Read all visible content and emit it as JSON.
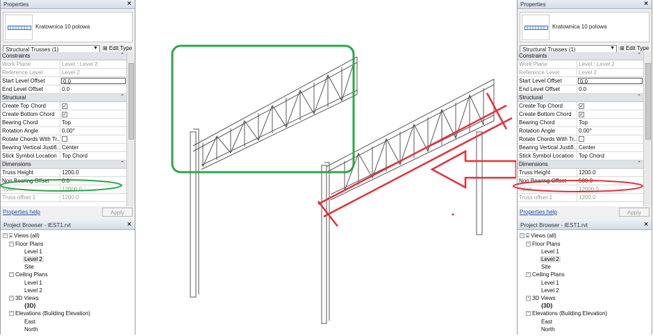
{
  "left_panel": {
    "title": "Properties",
    "close": "×",
    "type_name": "Kratownica 10 polowa",
    "selector": "Structural Trusses (1)",
    "edit_type": "Edit Type",
    "categories": {
      "constraints": "Constraints",
      "structural": "Structural",
      "dimensions": "Dimensions"
    },
    "rows": {
      "work_plane": {
        "name": "Work Plane",
        "value": "Level : Level 2"
      },
      "reference_level": {
        "name": "Reference Level",
        "value": "Level 2"
      },
      "start_level_offset": {
        "name": "Start Level Offset",
        "value": "0.0"
      },
      "end_level_offset": {
        "name": "End Level Offset",
        "value": "0.0"
      },
      "create_top_chord": {
        "name": "Create Top Chord",
        "value": "✓"
      },
      "create_bottom_chord": {
        "name": "Create Bottom Chord",
        "value": "✓"
      },
      "bearing_chord": {
        "name": "Bearing Chord",
        "value": "Top"
      },
      "rotation_angle": {
        "name": "Rotation Angle",
        "value": "0.00°"
      },
      "rotate_chords": {
        "name": "Rotate Chords With Tr...",
        "value": ""
      },
      "bearing_vertical": {
        "name": "Bearing Vertical Justifi...",
        "value": "Center"
      },
      "stick_symbol": {
        "name": "Stick Symbol Location",
        "value": "Top Chord"
      },
      "truss_height": {
        "name": "Truss Height",
        "value": "1200.0"
      },
      "non_bearing_offset": {
        "name": "Non Bearing Offset",
        "value": "0.0"
      },
      "span": {
        "name": "Span",
        "value": "12000.0"
      },
      "truss_offset": {
        "name": "Truss offset 1",
        "value": "1200.0"
      }
    },
    "help": "Properties help",
    "apply": "Apply",
    "browser_title": "Project Browser - tEST1.rvt"
  },
  "right_panel": {
    "title": "Properties",
    "close": "×",
    "type_name": "Kratownica 10 polowa",
    "selector": "Structural Trusses (1)",
    "edit_type": "Edit Type",
    "categories": {
      "constraints": "Constraints",
      "structural": "Structural",
      "dimensions": "Dimensions"
    },
    "rows": {
      "work_plane": {
        "name": "Work Plane",
        "value": "Level : Level 2"
      },
      "reference_level": {
        "name": "Reference Level",
        "value": "Level 2"
      },
      "start_level_offset": {
        "name": "Start Level Offset",
        "value": "0.0"
      },
      "end_level_offset": {
        "name": "End Level Offset",
        "value": "0.0"
      },
      "create_top_chord": {
        "name": "Create Top Chord",
        "value": "✓"
      },
      "create_bottom_chord": {
        "name": "Create Bottom Chord",
        "value": "✓"
      },
      "bearing_chord": {
        "name": "Bearing Chord",
        "value": "Top"
      },
      "rotation_angle": {
        "name": "Rotation Angle",
        "value": "0.00°"
      },
      "rotate_chords": {
        "name": "Rotate Chords With Tr...",
        "value": ""
      },
      "bearing_vertical": {
        "name": "Bearing Vertical Justifi...",
        "value": "Center"
      },
      "stick_symbol": {
        "name": "Stick Symbol Location",
        "value": "Top Chord"
      },
      "truss_height": {
        "name": "Truss Height",
        "value": "1200.0"
      },
      "non_bearing_offset": {
        "name": "Non Bearing Offset",
        "value": "500.0"
      },
      "span": {
        "name": "Span",
        "value": "12000.0"
      },
      "truss_offset": {
        "name": "Truss offset 1",
        "value": "1200.0"
      }
    },
    "help": "Properties help",
    "apply": "Apply",
    "browser_title": "Project Browser - tEST1.rvt"
  },
  "tree": {
    "views_all": "Views (all)",
    "floor_plans": "Floor Plans",
    "level1": "Level 1",
    "level2": "Level 2",
    "site": "Site",
    "ceiling_plans": "Ceiling Plans",
    "c_level1": "Level 1",
    "c_level2": "Level 2",
    "views_3d": "3D Views",
    "view_3d": "{3D}",
    "elevations": "Elevations (Building Elevation)",
    "east": "East",
    "north": "North"
  },
  "icons": {
    "close": "close-icon",
    "edit_type": "edit-type-icon",
    "dropdown": "chevron-down-icon",
    "collapse": "collapse-icon",
    "tree_expander": "tree-expander-icon",
    "views_icon": "views-icon"
  },
  "annotation_colors": {
    "green": "#2da54a",
    "red": "#e0313a"
  }
}
